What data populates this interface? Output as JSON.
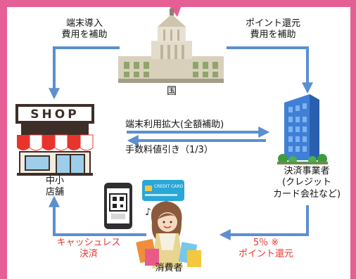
{
  "colors": {
    "frame": "#e55f95",
    "arrow": "#5b8fd0",
    "accent_red": "#e8342d"
  },
  "nodes": {
    "government": {
      "label": "国",
      "icon": "diet-building-icon"
    },
    "shop": {
      "label_line1": "中小",
      "label_line2": "店舗",
      "sign": "SHOP",
      "icon": "shop-icon"
    },
    "payment_company": {
      "label_line1": "決済事業者",
      "label_line2": "(クレジット",
      "label_line3": "カード会社など)",
      "icon": "office-building-icon"
    },
    "consumer": {
      "label": "消費者",
      "icon": "shopper-woman-icon",
      "card_text": "CREDIT CARD"
    }
  },
  "edges": {
    "gov_to_shop": {
      "line1": "端末導入",
      "line2": "費用を補助"
    },
    "gov_to_company": {
      "line1": "ポイント還元",
      "line2": "費用を補助"
    },
    "company_to_shop_top": {
      "label": "端末利用拡大(全額補助)"
    },
    "company_to_shop_bottom": {
      "label": "手数料値引き（1/3）"
    },
    "company_to_consumer": {
      "line1": "5％  ※",
      "line2": "ポイント還元"
    },
    "consumer_to_shop": {
      "line1": "キャッシュレス",
      "line2": "決済"
    }
  }
}
